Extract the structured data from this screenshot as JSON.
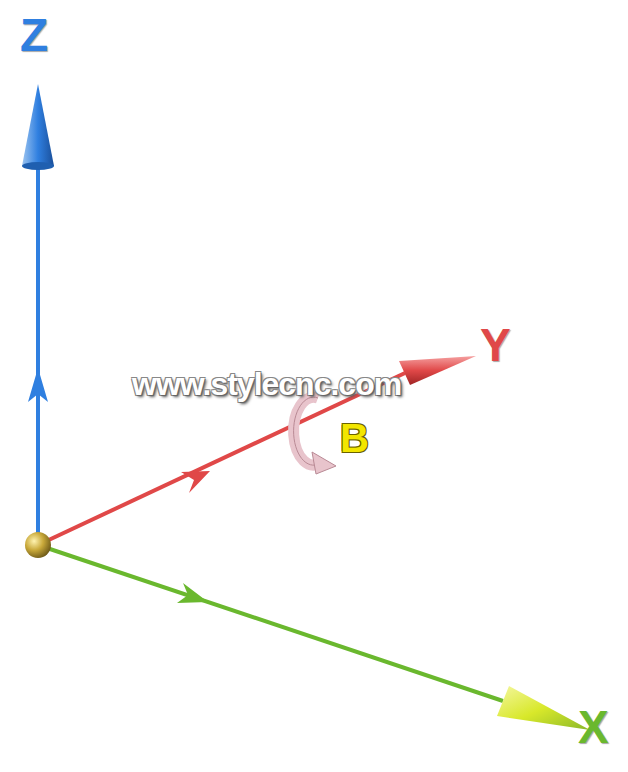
{
  "diagram": {
    "labels": [
      "Z",
      "Y",
      "www.stylecnc.com",
      "B",
      "X"
    ]
  }
}
